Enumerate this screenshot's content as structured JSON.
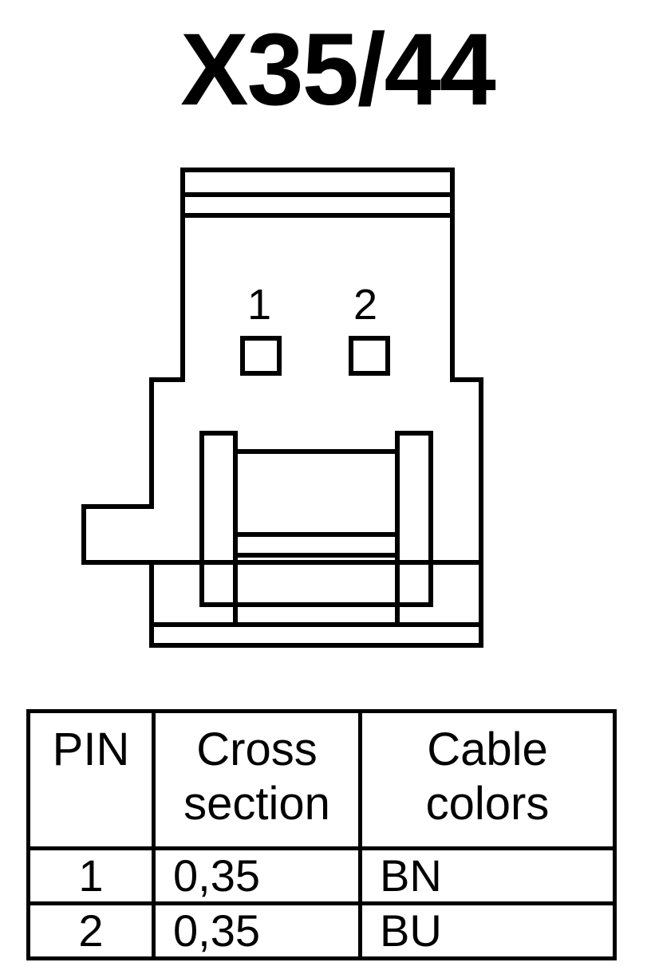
{
  "connector": {
    "title": "X35/44",
    "pin_labels": [
      "1",
      "2"
    ]
  },
  "table": {
    "headers": {
      "pin": "PIN",
      "cross_section": [
        "Cross",
        "section"
      ],
      "cable_colors": [
        "Cable",
        "colors"
      ]
    },
    "rows": [
      {
        "pin": "1",
        "cross_section": "0,35",
        "color": "BN"
      },
      {
        "pin": "2",
        "cross_section": "0,35",
        "color": "BU"
      }
    ]
  },
  "colors": {
    "line": "#000000",
    "background": "#ffffff"
  }
}
